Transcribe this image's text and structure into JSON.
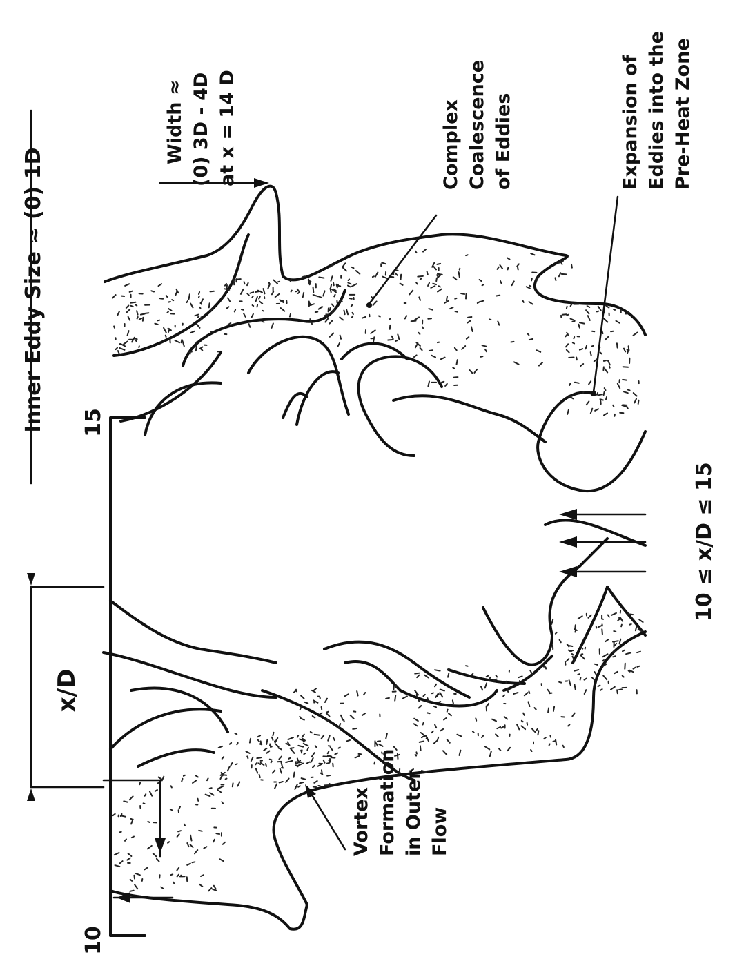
{
  "axis": {
    "label": "x/D",
    "tick_top": "15",
    "tick_bottom": "10"
  },
  "labels": {
    "inner_eddy_size": "Inner Eddy Size ≈ (0) 1D",
    "width_line1": "Width ≈",
    "width_line2": "(0) 3D - 4D",
    "width_line3": "at x = 14 D",
    "complex_line1": "Complex",
    "complex_line2": "Coalescence",
    "complex_line3": "of Eddies",
    "expansion_line1": "Expansion of",
    "expansion_line2": "Eddies into the",
    "expansion_line3": "Pre-Heat Zone",
    "vortex_line1": "Vortex",
    "vortex_line2": "Formation",
    "vortex_line3": "in Outer",
    "vortex_line4": "Flow",
    "range": "10 ≤ x/D ≤ 15"
  }
}
